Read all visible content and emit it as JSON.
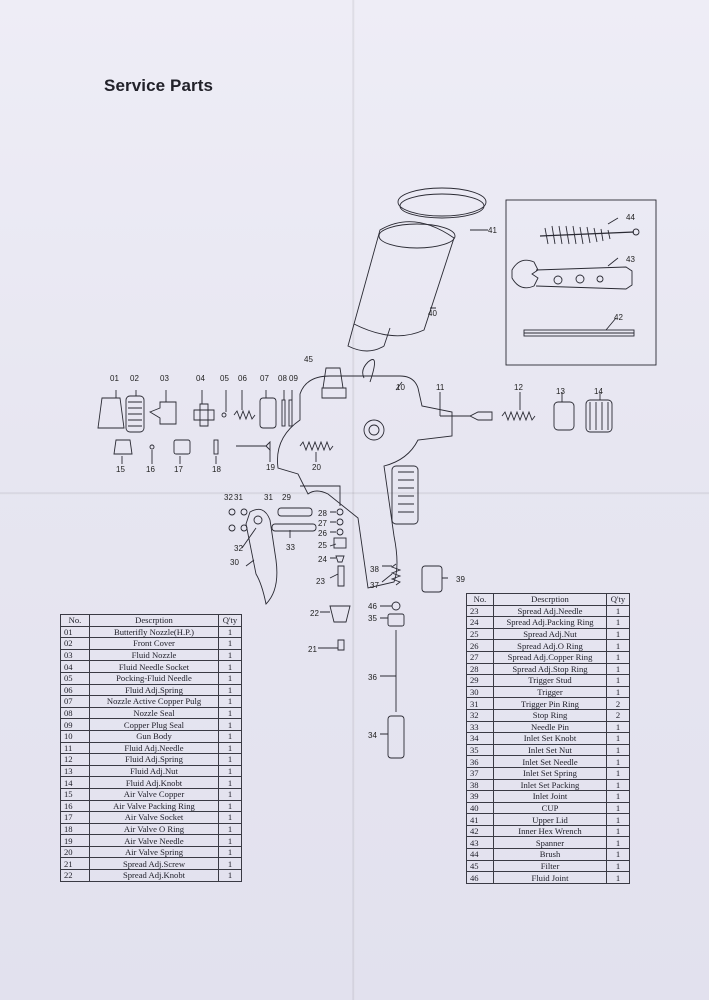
{
  "title": "Service Parts",
  "parts_table": {
    "headers": {
      "no": "No.",
      "description": "Descrption",
      "qty": "Q'ty"
    },
    "left_rows": [
      {
        "no": "01",
        "desc": "Butterifly Nozzle(H.P.)",
        "qty": "1"
      },
      {
        "no": "02",
        "desc": "Front Cover",
        "qty": "1"
      },
      {
        "no": "03",
        "desc": "Fluid Nozzle",
        "qty": "1"
      },
      {
        "no": "04",
        "desc": "Fluid Needle Socket",
        "qty": "1"
      },
      {
        "no": "05",
        "desc": "Pocking-Fluid Needle",
        "qty": "1"
      },
      {
        "no": "06",
        "desc": "Fluid Adj.Spring",
        "qty": "1"
      },
      {
        "no": "07",
        "desc": "Nozzle Active Copper Pulg",
        "qty": "1"
      },
      {
        "no": "08",
        "desc": "Nozzle Seal",
        "qty": "1"
      },
      {
        "no": "09",
        "desc": "Copper Plug Seal",
        "qty": "1"
      },
      {
        "no": "10",
        "desc": "Gun Body",
        "qty": "1"
      },
      {
        "no": "11",
        "desc": "Fluid Adj.Needle",
        "qty": "1"
      },
      {
        "no": "12",
        "desc": "Fluid Adj.Spring",
        "qty": "1"
      },
      {
        "no": "13",
        "desc": "Fluid Adj.Nut",
        "qty": "1"
      },
      {
        "no": "14",
        "desc": "Fluid Adj.Knobt",
        "qty": "1"
      },
      {
        "no": "15",
        "desc": "Air Valve Copper",
        "qty": "1"
      },
      {
        "no": "16",
        "desc": "Air Valve Packing Ring",
        "qty": "1"
      },
      {
        "no": "17",
        "desc": "Air Valve Socket",
        "qty": "1"
      },
      {
        "no": "18",
        "desc": "Air Valve O Ring",
        "qty": "1"
      },
      {
        "no": "19",
        "desc": "Air Valve Needle",
        "qty": "1"
      },
      {
        "no": "20",
        "desc": "Air Valve Spring",
        "qty": "1"
      },
      {
        "no": "21",
        "desc": "Spread Adj.Screw",
        "qty": "1"
      },
      {
        "no": "22",
        "desc": "Spread Adj.Knobt",
        "qty": "1"
      }
    ],
    "right_rows": [
      {
        "no": "23",
        "desc": "Spread Adj.Needle",
        "qty": "1"
      },
      {
        "no": "24",
        "desc": "Spread Adj.Packing Ring",
        "qty": "1"
      },
      {
        "no": "25",
        "desc": "Spread Adj.Nut",
        "qty": "1"
      },
      {
        "no": "26",
        "desc": "Spread Adj.O Ring",
        "qty": "1"
      },
      {
        "no": "27",
        "desc": "Spread Adj.Copper Ring",
        "qty": "1"
      },
      {
        "no": "28",
        "desc": "Spread Adj.Stop Ring",
        "qty": "1"
      },
      {
        "no": "29",
        "desc": "Trigger Stud",
        "qty": "1"
      },
      {
        "no": "30",
        "desc": "Trigger",
        "qty": "1"
      },
      {
        "no": "31",
        "desc": "Trigger Pin Ring",
        "qty": "2"
      },
      {
        "no": "32",
        "desc": "Stop Ring",
        "qty": "2"
      },
      {
        "no": "33",
        "desc": "Needle Pin",
        "qty": "1"
      },
      {
        "no": "34",
        "desc": "Inlet Set Knobt",
        "qty": "1"
      },
      {
        "no": "35",
        "desc": "Inlet Set Nut",
        "qty": "1"
      },
      {
        "no": "36",
        "desc": "Inlet Set Needle",
        "qty": "1"
      },
      {
        "no": "37",
        "desc": "Inlet Set Spring",
        "qty": "1"
      },
      {
        "no": "38",
        "desc": "Inlet Set Packing",
        "qty": "1"
      },
      {
        "no": "39",
        "desc": "Inlet Joint",
        "qty": "1"
      },
      {
        "no": "40",
        "desc": "CUP",
        "qty": "1"
      },
      {
        "no": "41",
        "desc": "Upper Lid",
        "qty": "1"
      },
      {
        "no": "42",
        "desc": "Inner Hex Wrench",
        "qty": "1"
      },
      {
        "no": "43",
        "desc": "Spanner",
        "qty": "1"
      },
      {
        "no": "44",
        "desc": "Brush",
        "qty": "1"
      },
      {
        "no": "45",
        "desc": "Filter",
        "qty": "1"
      },
      {
        "no": "46",
        "desc": "Fluid Joint",
        "qty": "1"
      }
    ]
  },
  "diagram": {
    "callouts_top_row": [
      "01",
      "02",
      "03",
      "04",
      "05",
      "06",
      "07",
      "08",
      "09"
    ],
    "callouts_second_row": [
      "15",
      "16",
      "17",
      "18",
      "19",
      "20"
    ],
    "callouts_body": [
      "10",
      "11",
      "12",
      "13",
      "14",
      "45"
    ],
    "callouts_cup": [
      "40",
      "41"
    ],
    "callouts_tools": [
      "42",
      "43",
      "44"
    ],
    "callouts_trigger": [
      "29",
      "30",
      "31",
      "31",
      "32",
      "32",
      "33"
    ],
    "callouts_spread": [
      "21",
      "22",
      "23",
      "24",
      "25",
      "26",
      "27",
      "28"
    ],
    "callouts_inlet": [
      "34",
      "35",
      "36",
      "37",
      "38",
      "39",
      "46"
    ]
  }
}
